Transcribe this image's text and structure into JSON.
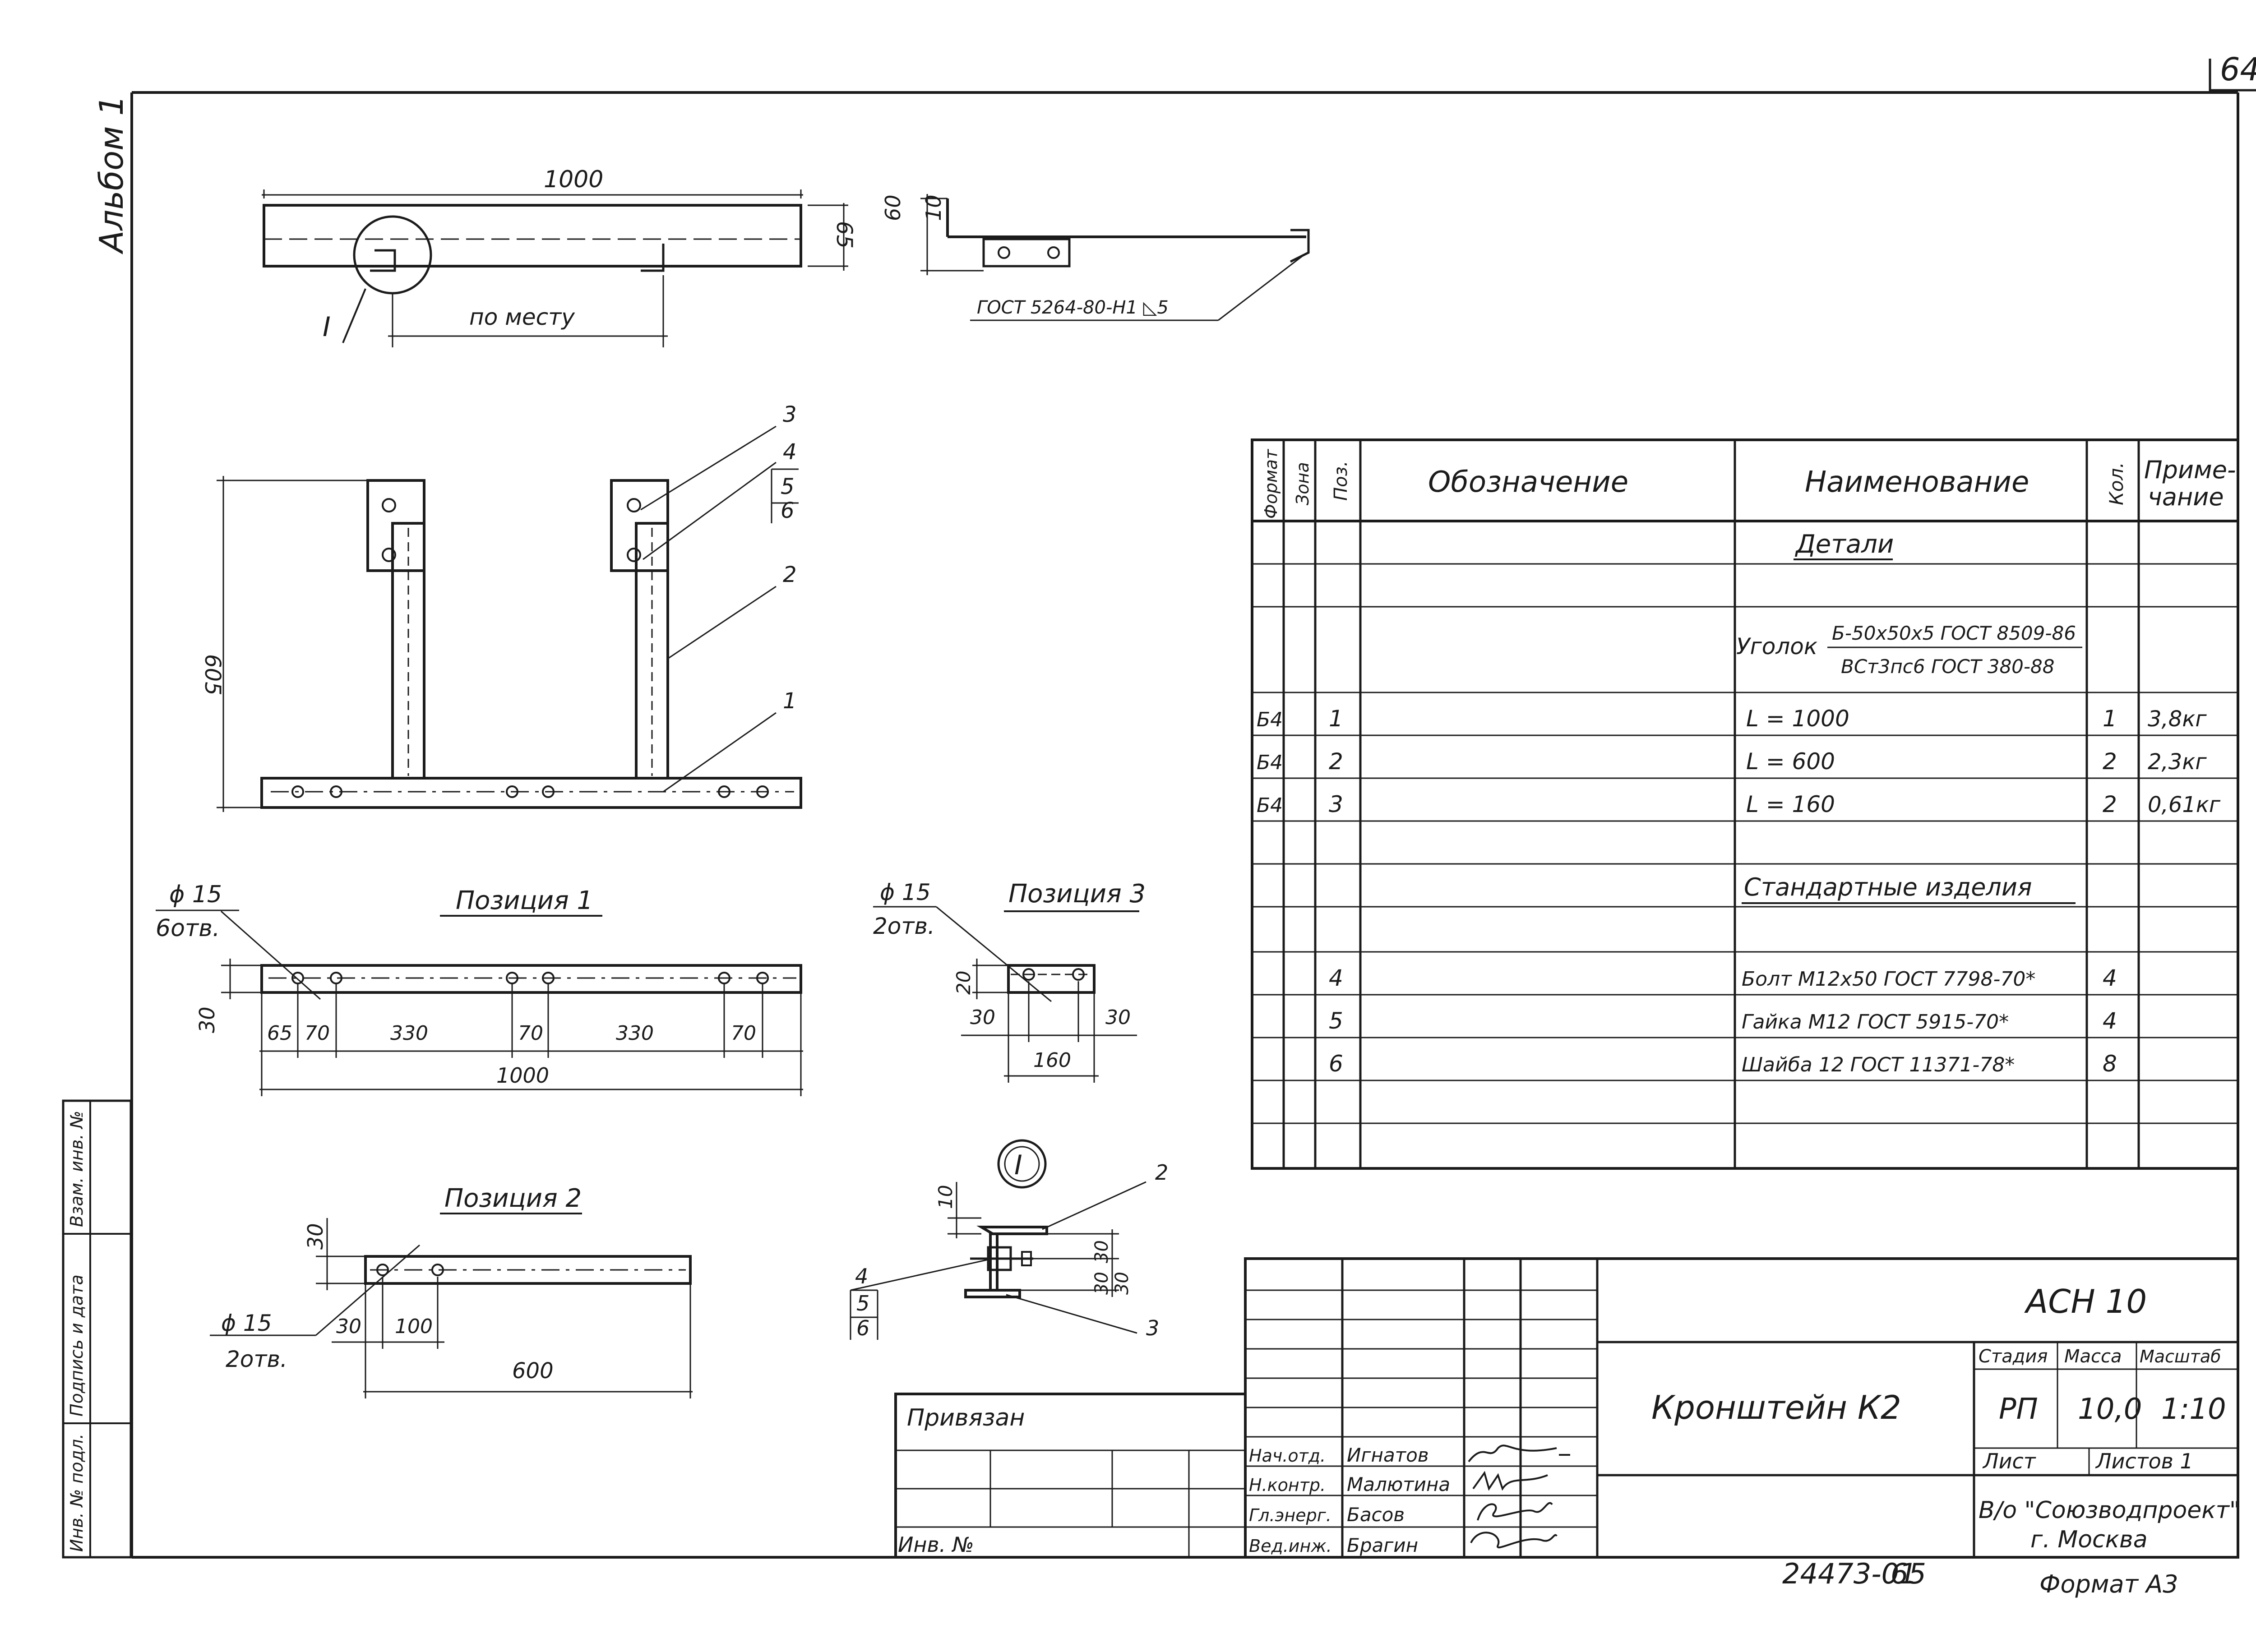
{
  "sheet": {
    "page_number": "64",
    "album": "Альбом 1",
    "format_label": "Формат А3",
    "inventory_number": "24473-01",
    "print_page": "65"
  },
  "side_stamp": {
    "replacement_inv": "Взам. инв. №",
    "signature_date": "Подпись и дата",
    "original_inv": "Инв. № подл."
  },
  "views": {
    "top": {
      "length": "1000",
      "height": "65",
      "in_place": "по месту",
      "detail_label": "I"
    },
    "side": {
      "dim_a": "60",
      "dim_b": "10",
      "weld_note": "ГОСТ 5264-80-Н1 ◺5"
    },
    "front": {
      "height": "605",
      "callout_3": "3",
      "callout_4": "4",
      "callout_5": "5",
      "callout_6": "6",
      "callout_2": "2",
      "callout_1": "1"
    },
    "position1": {
      "title": "Позиция 1",
      "hole_dia": "ϕ 15",
      "hole_count": "6отв.",
      "width": "30",
      "d1": "65",
      "d2": "70",
      "d3": "330",
      "d4": "70",
      "d5": "330",
      "d6": "70",
      "total": "1000"
    },
    "position2": {
      "title": "Позиция 2",
      "width": "30",
      "hole_dia": "ϕ 15",
      "hole_count": "2отв.",
      "d1": "30",
      "d2": "100",
      "total": "600"
    },
    "position3": {
      "title": "Позиция 3",
      "hole_dia": "ϕ 15",
      "hole_count": "2отв.",
      "width": "20",
      "d1": "30",
      "d2": "30",
      "total": "160"
    },
    "detail1": {
      "label": "I",
      "dim_10": "10",
      "dim_30a": "30",
      "dim_30b": "30",
      "dim_30c": "30",
      "callout_2": "2",
      "callout_3": "3",
      "callout_4": "4",
      "callout_5": "5",
      "callout_6": "6"
    }
  },
  "spec": {
    "headers": [
      "Формат",
      "Зона",
      "Поз.",
      "Обозначение",
      "Наименование",
      "Кол.",
      "Приме-\nчание"
    ],
    "section_parts": "Детали",
    "angle_prefix": "Уголок",
    "angle_numerator": "Б-50х50х5 ГОСТ 8509-86",
    "angle_denominator": "ВСт3пс6 ГОСТ 380-88",
    "parts": [
      {
        "format": "Б4",
        "pos": "1",
        "name": "L = 1000",
        "qty": "1",
        "note": "3,8кг"
      },
      {
        "format": "Б4",
        "pos": "2",
        "name": "L = 600",
        "qty": "2",
        "note": "2,3кг"
      },
      {
        "format": "Б4",
        "pos": "3",
        "name": "L = 160",
        "qty": "2",
        "note": "0,61кг"
      }
    ],
    "section_standard": "Стандартные изделия",
    "standard": [
      {
        "pos": "4",
        "name": "Болт М12х50 ГОСТ 7798-70*",
        "qty": "4"
      },
      {
        "pos": "5",
        "name": "Гайка М12 ГОСТ 5915-70*",
        "qty": "4"
      },
      {
        "pos": "6",
        "name": "Шайба 12 ГОСТ 11371-78*",
        "qty": "8"
      }
    ]
  },
  "title_block": {
    "code": "АСН 10",
    "title": "Кронштейн К2",
    "stage_label": "Стадия",
    "mass_label": "Масса",
    "scale_label": "Масштаб",
    "stage": "РП",
    "mass": "10,0",
    "scale": "1:10",
    "sheet_label": "Лист",
    "sheets_label": "Листов 1",
    "org_line1": "В/о \"Союзводпроект\"",
    "org_line2": "г. Москва",
    "bound": "Привязан",
    "inv_no": "Инв. №",
    "roles": [
      {
        "role": "Нач.отд.",
        "name": "Игнатов"
      },
      {
        "role": "Н.контр.",
        "name": "Малютина"
      },
      {
        "role": "Гл.энерг.",
        "name": "Басов"
      },
      {
        "role": "Вед.инж.",
        "name": "Брагин"
      }
    ]
  }
}
